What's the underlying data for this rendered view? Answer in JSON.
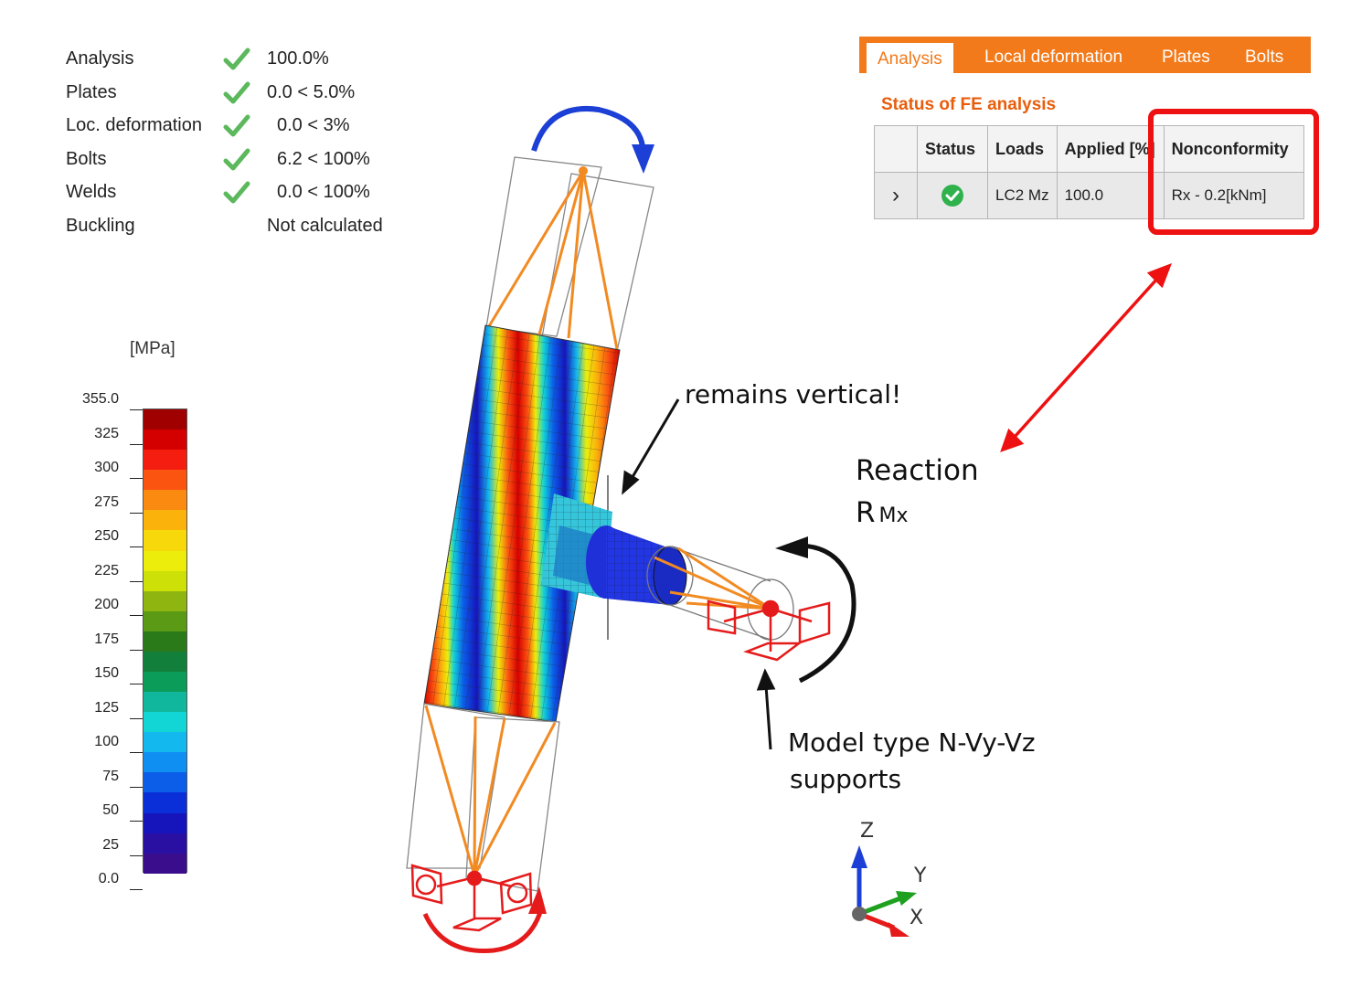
{
  "summary": {
    "rows": [
      {
        "label": "Analysis",
        "check": true,
        "value": "100.0%"
      },
      {
        "label": "Plates",
        "check": true,
        "value": "0.0 < 5.0%"
      },
      {
        "label": "Loc. deformation",
        "check": true,
        "value": "0.0 < 3%"
      },
      {
        "label": "Bolts",
        "check": true,
        "value": "6.2 < 100%"
      },
      {
        "label": "Welds",
        "check": true,
        "value": "0.0 < 100%"
      },
      {
        "label": "Buckling",
        "check": false,
        "value": "Not calculated"
      }
    ]
  },
  "legend": {
    "unit": "[MPa]",
    "ticks": [
      "355.0",
      "325",
      "300",
      "275",
      "250",
      "225",
      "200",
      "175",
      "150",
      "125",
      "100",
      "75",
      "50",
      "25",
      "0.0"
    ],
    "colors": [
      "#a00000",
      "#d40000",
      "#f51d0f",
      "#fa5410",
      "#fb8a10",
      "#fbb30c",
      "#f7d80a",
      "#eced0a",
      "#cde007",
      "#8fb510",
      "#5a9a14",
      "#2a7a19",
      "#127f3a",
      "#0c9c5a",
      "#10b79c",
      "#12d6d6",
      "#12b8ee",
      "#0f8ff2",
      "#0c5ee8",
      "#0a2fd9",
      "#1614bb",
      "#2a0fa3",
      "#3a0d8c"
    ]
  },
  "results_panel": {
    "tabs": [
      "Analysis",
      "Local deformation",
      "Plates",
      "Bolts"
    ],
    "active_tab": "Analysis",
    "section_title": "Status of FE analysis",
    "columns": [
      "",
      "Status",
      "Loads",
      "Applied [%]",
      "Nonconformity"
    ],
    "rows": [
      {
        "expand": "›",
        "status": "ok",
        "loads": "LC2 Mz",
        "applied": "100.0",
        "nonconformity": "Rx - 0.2[kNm]"
      }
    ]
  },
  "annotations": {
    "remains_vertical": "remains vertical!",
    "reaction": "Reaction",
    "reaction_symbol": "R",
    "reaction_subscript": "Mx",
    "model_type_line1": "Model type N-Vy-Vz",
    "model_type_line2": "supports"
  },
  "axes": {
    "z": "Z",
    "y": "Y",
    "x": "X"
  },
  "colors": {
    "accent_orange": "#f27a1a",
    "highlight_red": "#ee1111",
    "check_green": "#5cb85c",
    "support_red": "#e51b1b",
    "load_blue": "#1c3fd6"
  }
}
